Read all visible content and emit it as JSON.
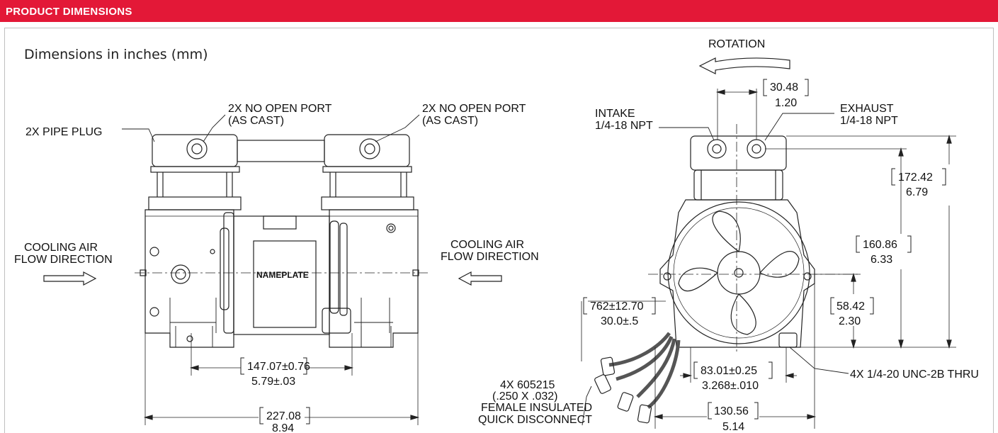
{
  "header": {
    "title": "PRODUCT DIMENSIONS",
    "bar_color": "#e31837"
  },
  "units_note": "Dimensions in inches (mm)",
  "front_view": {
    "pipe_plug": "2X PIPE PLUG",
    "no_open_port_a": [
      "2X NO OPEN PORT",
      "(AS CAST)"
    ],
    "no_open_port_b": [
      "2X NO OPEN PORT",
      "(AS CAST)"
    ],
    "cooling_left": [
      "COOLING AIR",
      "FLOW DIRECTION"
    ],
    "cooling_right": [
      "COOLING AIR",
      "FLOW DIRECTION"
    ],
    "nameplate": "NAMEPLATE",
    "dim_mount_mm": "147.07±0.76",
    "dim_mount_in": "5.79±.03",
    "dim_length_mm": "227.08",
    "dim_length_in": "8.94"
  },
  "side_view": {
    "rotation": "ROTATION",
    "intake": [
      "INTAKE",
      "1/4-18 NPT"
    ],
    "exhaust": [
      "EXHAUST",
      "1/4-18 NPT"
    ],
    "dim_port_mm": "30.48",
    "dim_port_in": "1.20",
    "dim_total_h_mm": "172.42",
    "dim_total_h_in": "6.79",
    "dim_port_h_mm": "160.86",
    "dim_port_h_in": "6.33",
    "dim_axis_mm": "58.42",
    "dim_axis_in": "2.30",
    "dim_lead_mm": "762±12.70",
    "dim_lead_in": "30.0±.5",
    "dim_holes_mm": "83.01±0.25",
    "dim_holes_in": "3.268±.010",
    "dim_width_mm": "130.56",
    "dim_width_in": "5.14",
    "thru_holes": "4X 1/4-20 UNC-2B THRU",
    "connector": [
      "4X 605215",
      "(.250 X .032)",
      "FEMALE INSULATED",
      "QUICK DISCONNECT"
    ]
  }
}
